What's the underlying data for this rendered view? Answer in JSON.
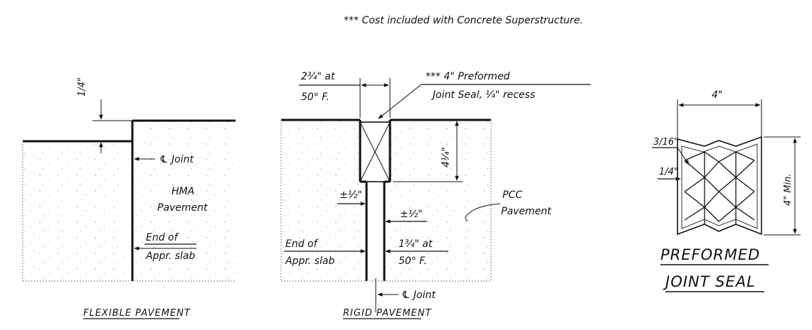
{
  "note": "*** Cost included with Concrete Superstructure.",
  "flexible": {
    "caption": "FLEXIBLE PAVEMENT",
    "dim_quarter": "1/4\"",
    "cl_joint": "℄ Joint",
    "hma_line1": "HMA",
    "hma_line2": "Pavement",
    "end_line1": "End of",
    "end_line2": "Appr. slab"
  },
  "rigid": {
    "caption": "RIGID PAVEMENT",
    "gap_top_line1": "2¾\" at",
    "gap_top_line2": "50° F.",
    "seal_line1": "*** 4\" Preformed",
    "seal_line2": "Joint Seal, ¼\" recess",
    "depth": "4¼\"",
    "tol_left": "±½\"",
    "tol_right": "±½\"",
    "pcc_line1": "PCC",
    "pcc_line2": "Pavement",
    "end_line1": "End of",
    "end_line2": "Appr. slab",
    "gap_bot_line1": "1¾\" at",
    "gap_bot_line2": "50° F.",
    "cl_joint": "℄ Joint"
  },
  "seal_detail": {
    "width": "4\"",
    "height": "4\" Min.",
    "dim_three_sixteenths": "3/16\"",
    "dim_quarter": "1/4\"",
    "title_line1": "PREFORMED",
    "title_line2": "JOINT SEAL"
  }
}
